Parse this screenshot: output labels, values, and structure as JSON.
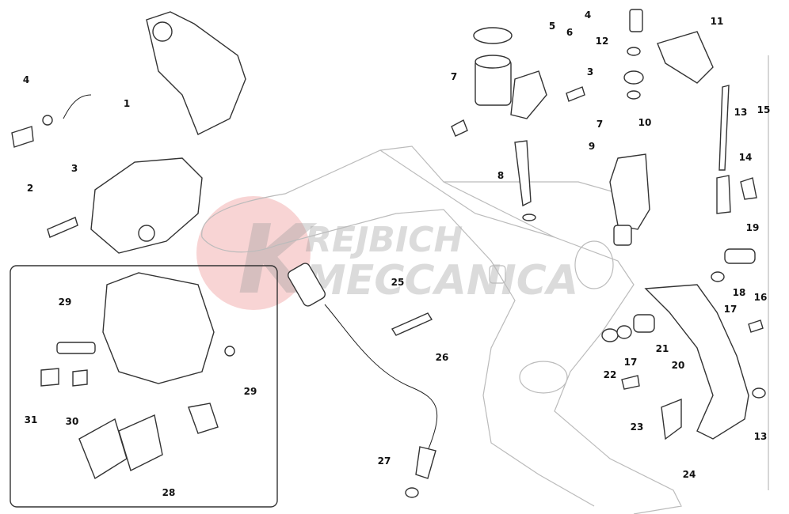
{
  "diagram": {
    "watermark": "KREJBICH MECCANICA",
    "labels": [
      "4",
      "1",
      "3",
      "2",
      "5",
      "6",
      "4",
      "12",
      "11",
      "7",
      "3",
      "7",
      "10",
      "9",
      "8",
      "13",
      "15",
      "14",
      "19",
      "25",
      "18",
      "16",
      "17",
      "21",
      "22",
      "17",
      "20",
      "26",
      "23",
      "24",
      "27",
      "13",
      "29",
      "29",
      "31",
      "30",
      "28"
    ],
    "colors": {
      "watermark_circle": "#f0a0a0",
      "line": "#333333"
    }
  }
}
